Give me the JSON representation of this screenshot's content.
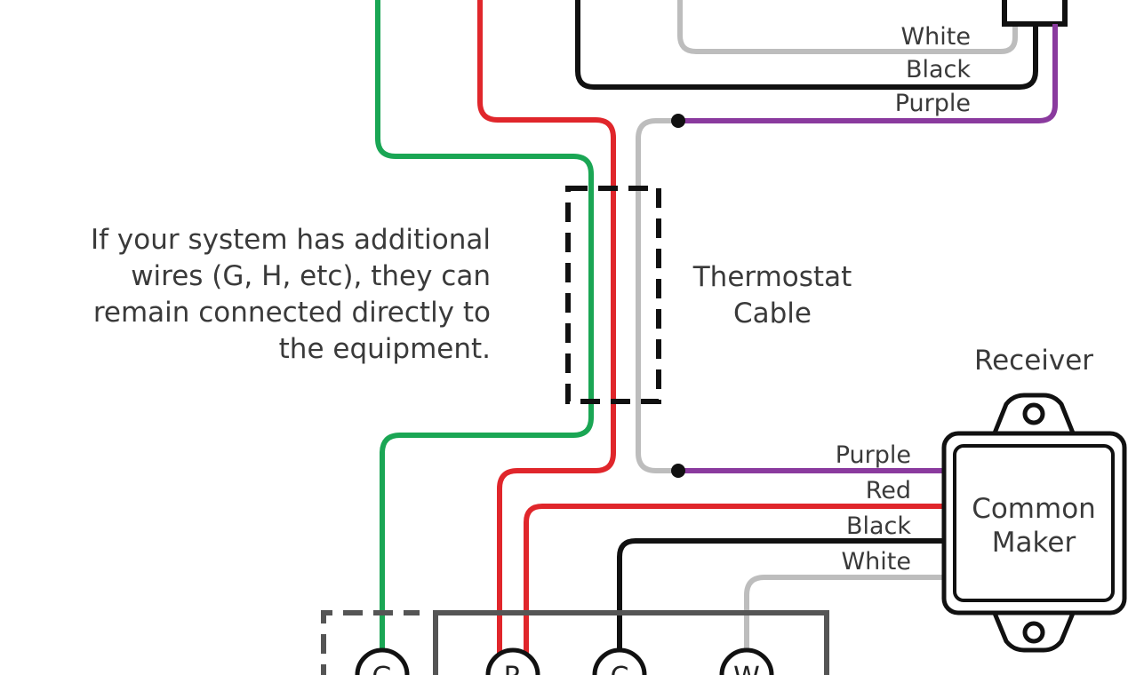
{
  "top_labels": {
    "white": "White",
    "black": "Black",
    "purple": "Purple"
  },
  "note": {
    "line1": "If your system has additional",
    "line2": "wires (G, H, etc), they can",
    "line3": "remain connected directly to",
    "line4": "the equipment."
  },
  "cable": {
    "line1": "Thermostat",
    "line2": "Cable"
  },
  "receiver": {
    "title": "Receiver",
    "line1": "Common",
    "line2": "Maker"
  },
  "receiver_labels": {
    "purple": "Purple",
    "red": "Red",
    "black": "Black",
    "white": "White"
  },
  "terminals": {
    "g": "G",
    "r": "R",
    "c": "C",
    "w": "W"
  },
  "colors": {
    "green": "#1aa654",
    "red": "#e0262b",
    "black": "#111111",
    "gray": "#bdbdbd",
    "purple": "#8a3a9e",
    "text": "#3a3a3a"
  }
}
